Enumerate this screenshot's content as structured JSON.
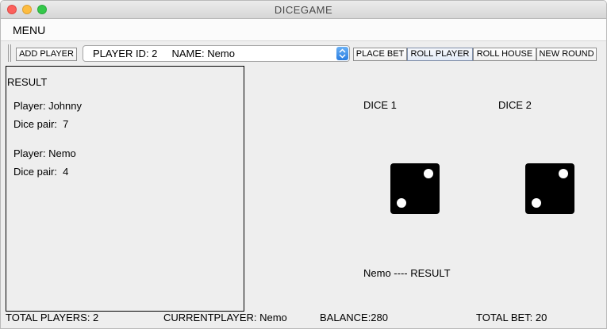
{
  "window": {
    "title": "DICEGAME"
  },
  "menubar": {
    "menu_label": "MENU"
  },
  "toolbar": {
    "add_player": "ADD PLAYER",
    "player_select_value": "PLAYER ID: 2     NAME: Nemo",
    "place_bet": "PLACE BET",
    "roll_player": "ROLL PLAYER",
    "roll_house": "ROLL HOUSE",
    "new_round": "NEW ROUND"
  },
  "result_panel": {
    "heading": "RESULT",
    "entries": [
      {
        "player": "Player: Johnny",
        "dice_pair": "Dice pair:  7"
      },
      {
        "player": "Player: Nemo",
        "dice_pair": "Dice pair:  4"
      }
    ]
  },
  "dice_area": {
    "dice1_label": "DICE 1",
    "dice2_label": "DICE 2",
    "dice1_value": 2,
    "dice2_value": 2,
    "result_text": "Nemo ---- RESULT"
  },
  "status_bar": {
    "total_players": "TOTAL PLAYERS: 2",
    "current_player": "CURRENTPLAYER: Nemo",
    "balance": "BALANCE:280",
    "total_bet": "TOTAL BET: 20"
  },
  "colors": {
    "window_bg": "#eeeeee",
    "die_face": "#000000",
    "die_pip": "#ffffff",
    "combo_accent": "#2a7de1"
  }
}
